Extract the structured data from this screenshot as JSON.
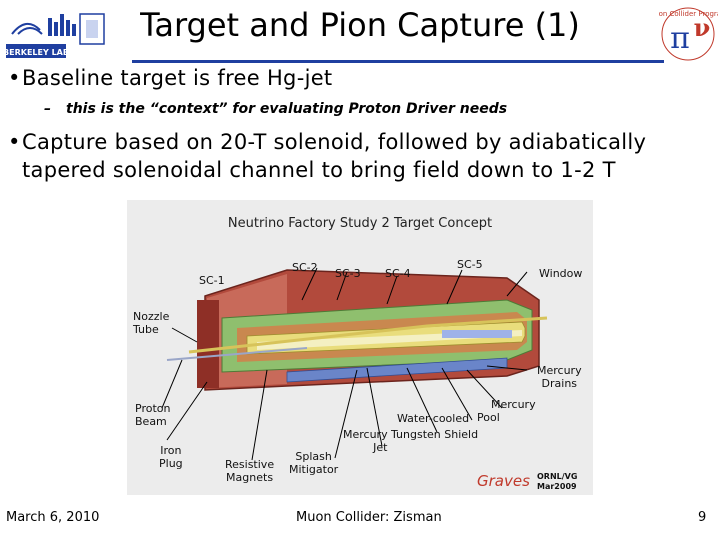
{
  "header": {
    "logo_text": "BERKELEY LAB",
    "title": "Target and Pion Capture (1)",
    "program_logo_text": "Muon Collider Program"
  },
  "bullets": [
    {
      "text": "Baseline target is free Hg-jet",
      "sub": "this is the “context” for evaluating Proton Driver needs"
    },
    {
      "line1": "Capture based on 20-T solenoid, followed by adiabatically",
      "line2": "tapered solenoidal channel to bring field down to 1-2 T"
    }
  ],
  "figure": {
    "title": "Neutrino Factory Study 2 Target Concept",
    "labels": {
      "sc1": "SC-1",
      "sc2": "SC-2",
      "sc3": "SC-3",
      "sc4": "SC-4",
      "sc5": "SC-5",
      "window": "Window",
      "nozzle_line1": "Nozzle",
      "nozzle_line2": "Tube",
      "mercury_drains_line1": "Mercury",
      "mercury_drains_line2": "Drains",
      "mercury_pool_line1": "Mercury",
      "mercury_pool_line2": "Pool",
      "water_cooled": "Water-cooled",
      "tungsten_shield": "Tungsten Shield",
      "mercury_jet_line1": "Mercury",
      "mercury_jet_line2": "Jet",
      "proton_beam_line1": "Proton",
      "proton_beam_line2": "Beam",
      "iron_plug_line1": "Iron",
      "iron_plug_line2": "Plug",
      "resistive_line1": "Resistive",
      "resistive_line2": "Magnets",
      "splash_line1": "Splash",
      "splash_line2": "Mitigator",
      "graves": "Graves",
      "ornl_line1": "ORNL/VG",
      "ornl_line2": "Mar2009"
    }
  },
  "footer": {
    "date": "March 6, 2010",
    "center": "Muon Collider: Zisman",
    "page": "9"
  }
}
